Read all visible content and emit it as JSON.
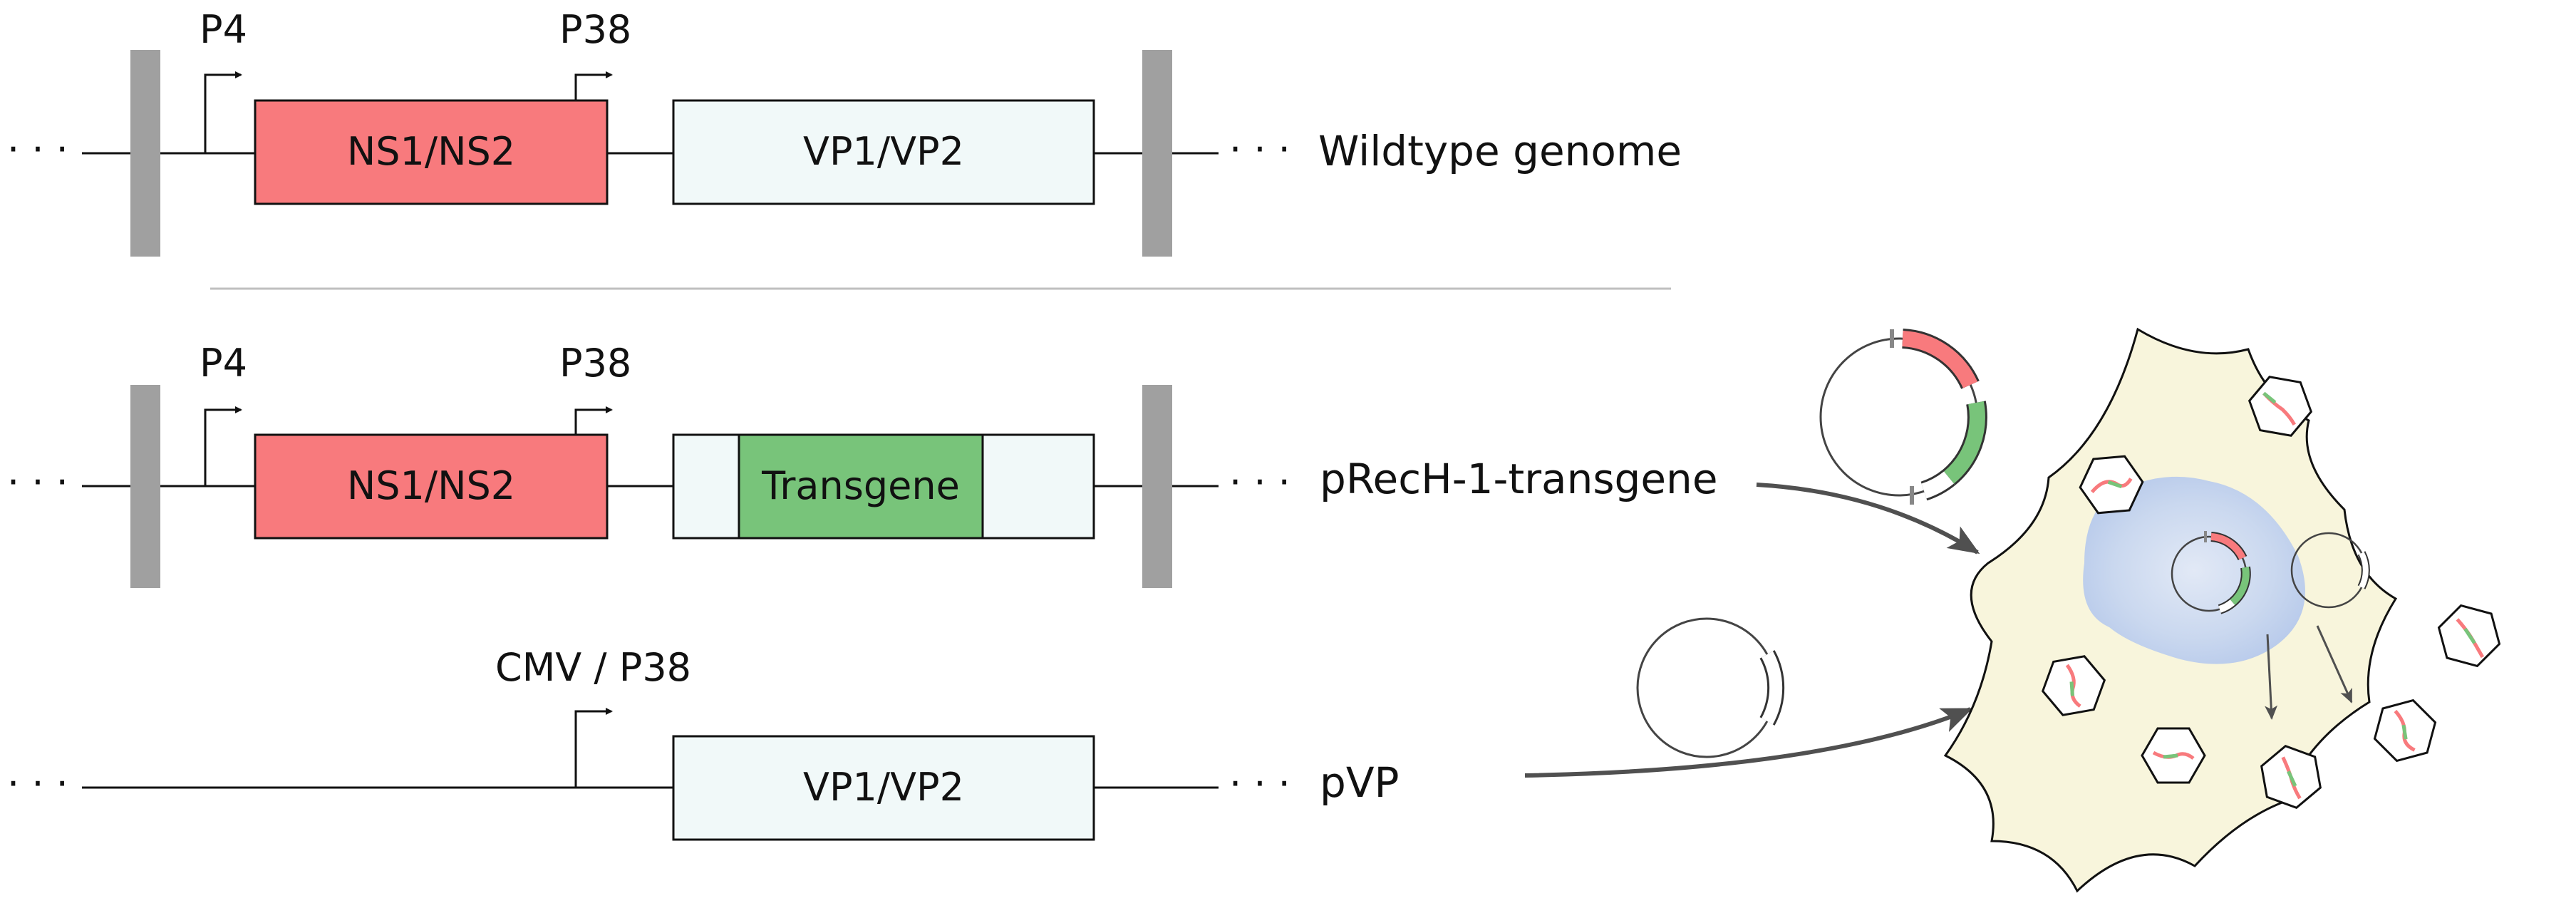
{
  "rows": {
    "wildtype": {
      "promoter_1": "P4",
      "promoter_2": "P38",
      "gene_1": "NS1/NS2",
      "gene_2": "VP1/VP2",
      "dots_left": "· · ·",
      "dots_right": "· · ·",
      "label": "Wildtype genome"
    },
    "recombinant": {
      "promoter_1": "P4",
      "promoter_2": "P38",
      "gene_1": "NS1/NS2",
      "gene_2": "Transgene",
      "dots_left": "· · ·",
      "dots_right": "· · ·",
      "label": "pRecH-1-transgene"
    },
    "helper": {
      "promoter": "CMV / P38",
      "gene": "VP1/VP2",
      "dots_left": "· · ·",
      "dots_right": "· · ·",
      "label": "pVP"
    }
  },
  "colors": {
    "ns_gene": "#f87a7d",
    "vp_gene": "#f1f9f9",
    "transgene": "#78c47a",
    "itr": "#a0a0a0",
    "cell_cytoplasm": "#f8f5dc",
    "cell_nucleus": "#c7d6ef",
    "arrow": "#505050"
  },
  "icons": [
    "plasmid-icon",
    "virus-capsid-icon",
    "cell-icon",
    "promoter-arrow-icon"
  ]
}
